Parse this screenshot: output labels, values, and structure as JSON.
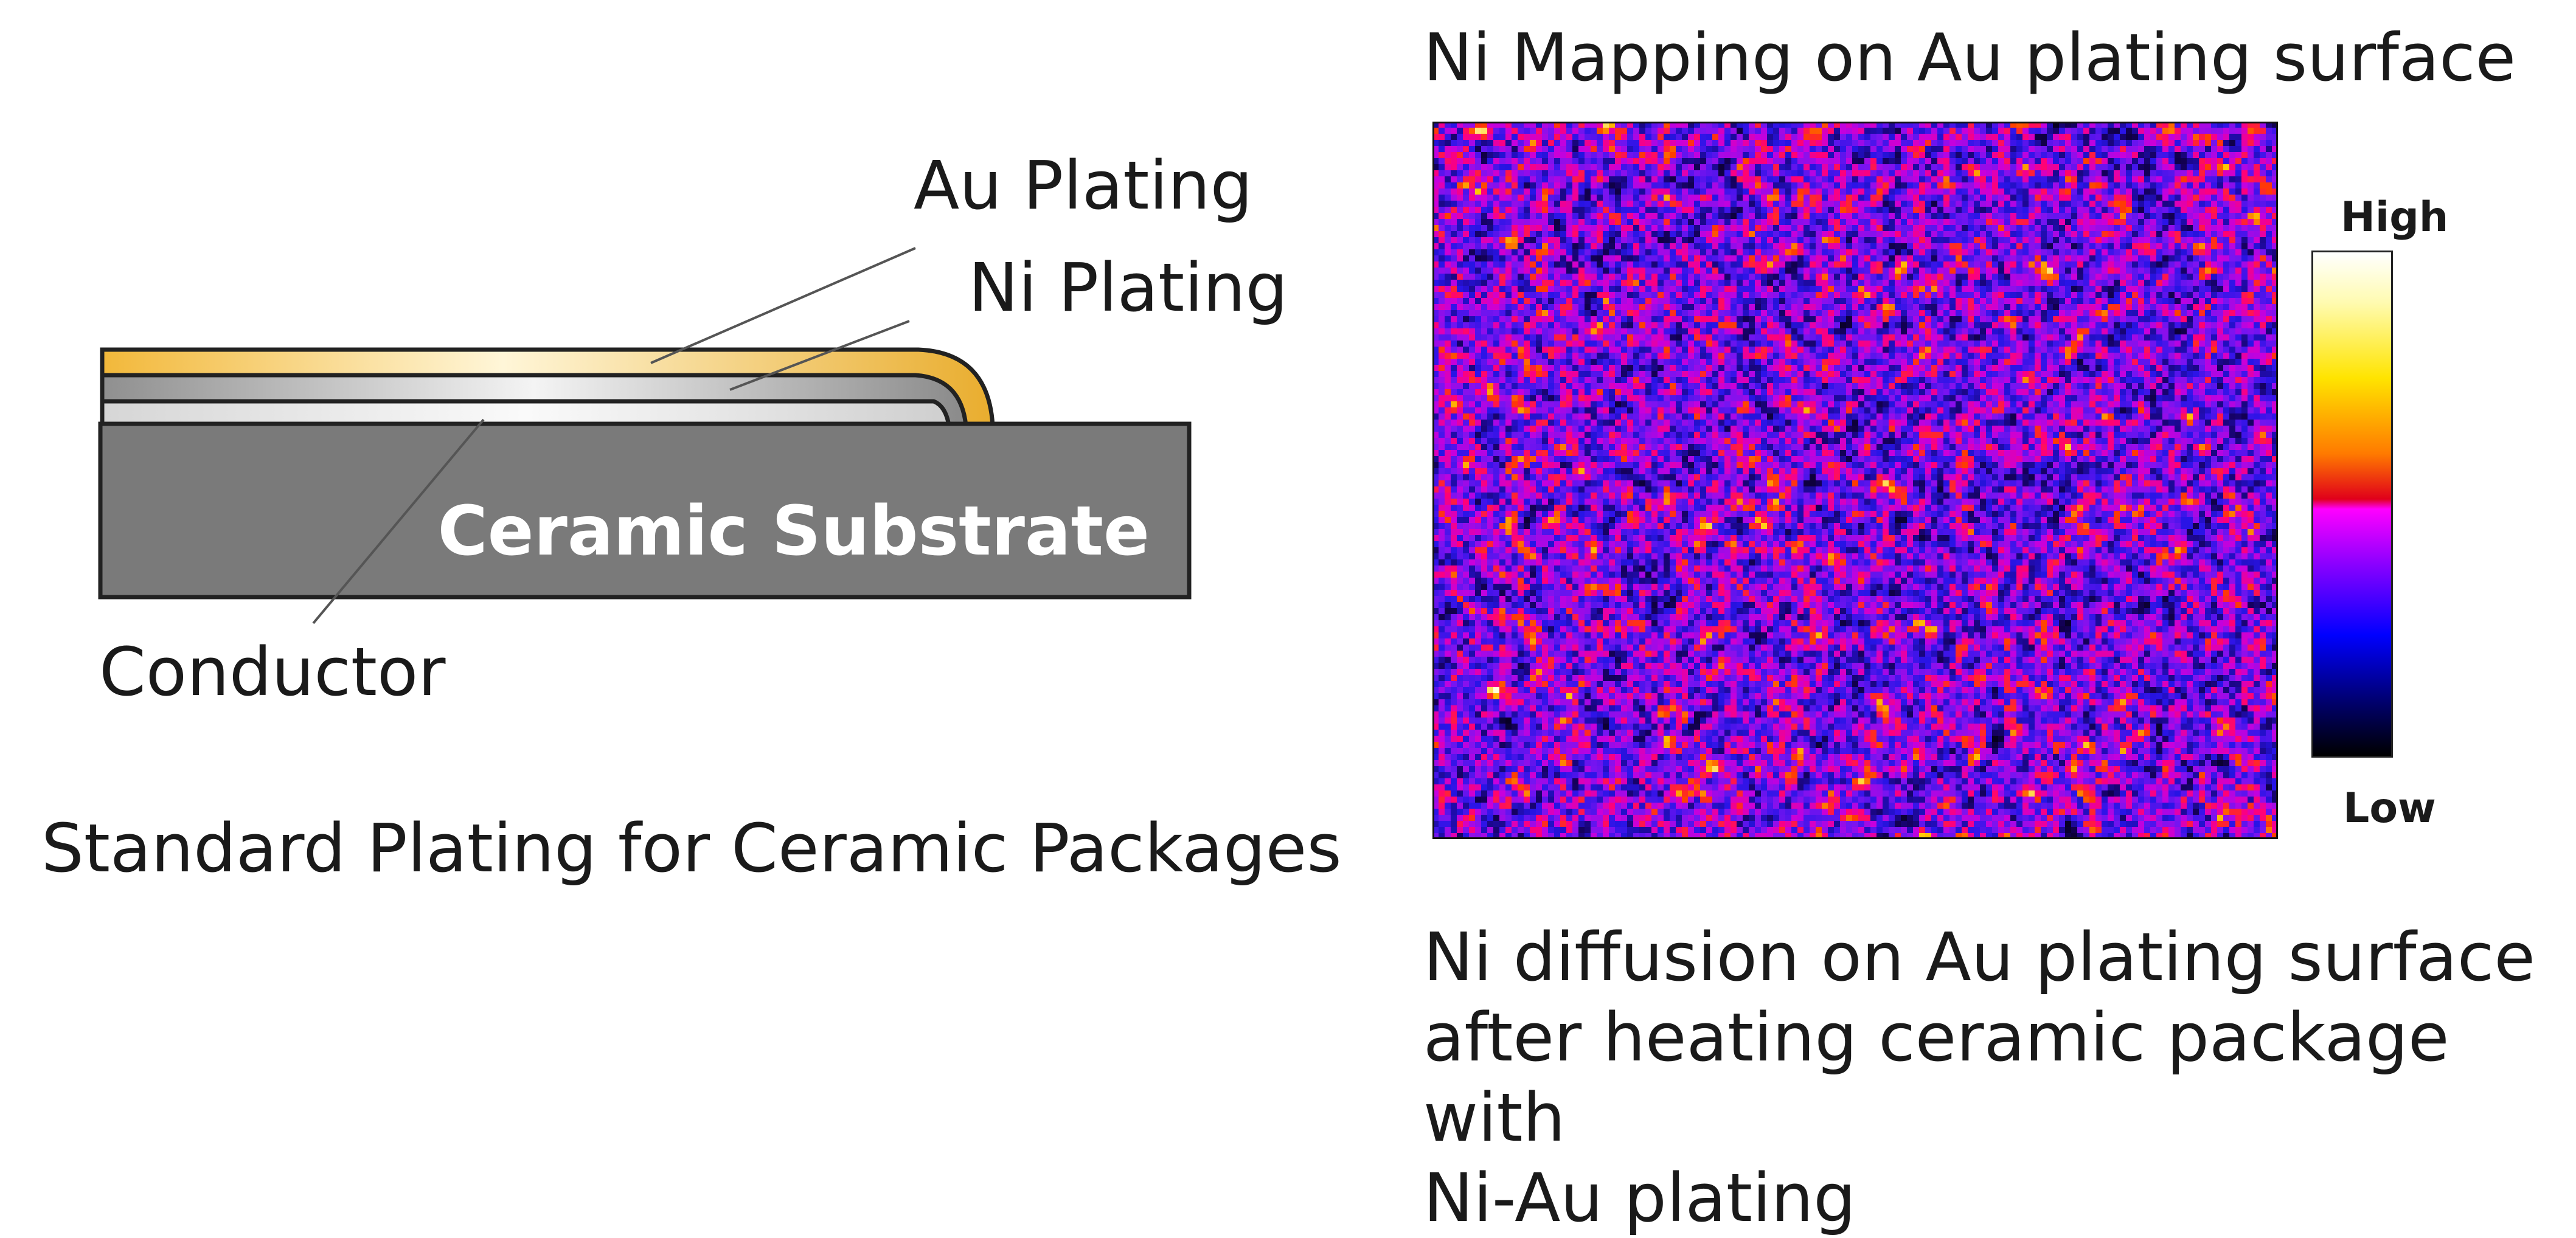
{
  "left_diagram": {
    "au_label": "Au Plating",
    "ni_label": "Ni Plating",
    "substrate_label": "Ceramic Substrate",
    "conductor_label": "Conductor",
    "caption": "Standard Plating for Ceramic Packages"
  },
  "right_figure": {
    "title": "Ni Mapping on Au plating surface",
    "scale_high": "High",
    "scale_low": "Low",
    "caption_lines": [
      "Ni diffusion on Au plating surface",
      "after heating ceramic package with",
      "Ni-Au plating"
    ]
  },
  "colors": {
    "au_plating": "#f5c24a",
    "ni_plating": "#9a9a9a",
    "conductor": "#e8e8e8",
    "substrate": "#7a7a7a",
    "map_low": "#000000",
    "map_mid": "#7a1bff",
    "map_high": "#ffffff"
  }
}
